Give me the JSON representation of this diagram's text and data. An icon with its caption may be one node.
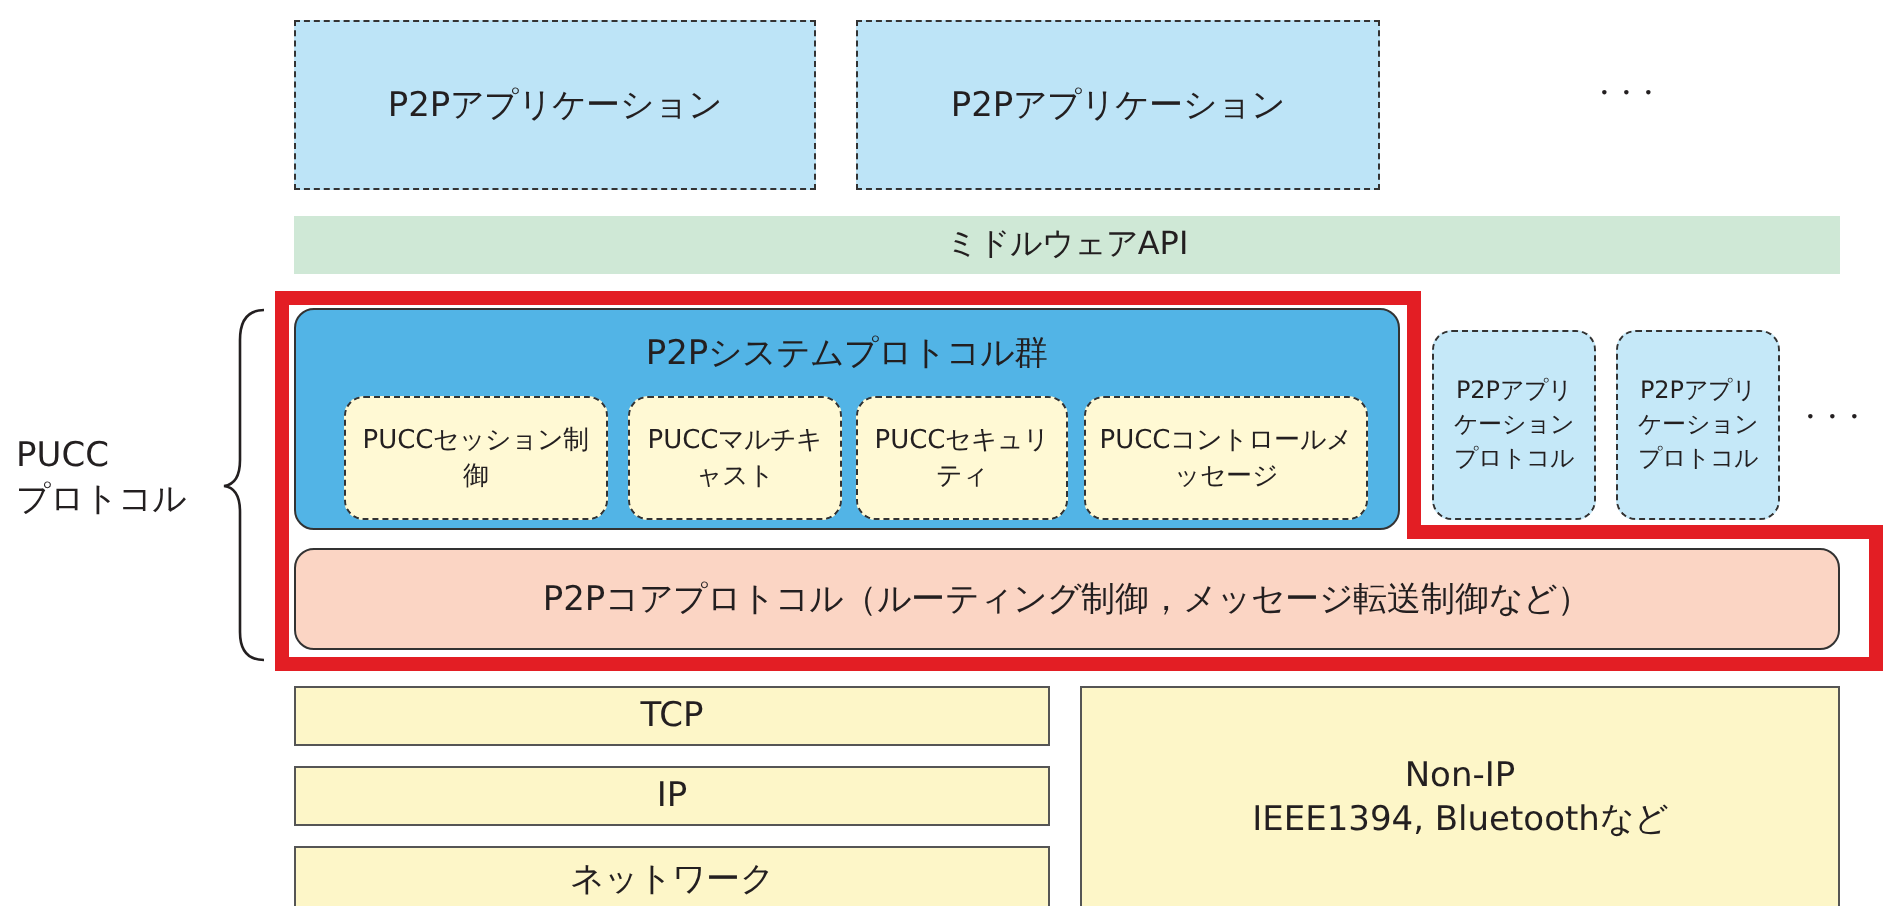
{
  "diagram": {
    "nodes": [
      {
        "text": [
          "P2Pアプリケーション"
        ]
      },
      {
        "text": [
          "P2Pアプリケーション"
        ]
      },
      {
        "text": [
          "ミドルウェアAPI"
        ]
      },
      {
        "text": [
          "P2Pシステムプロトコル群"
        ]
      },
      {
        "text": [
          "PUCCセッション制御"
        ],
        "in": 3
      },
      {
        "text": [
          "PUCCマルチキャスト"
        ],
        "in": 3
      },
      {
        "text": [
          "PUCCセキュリティ"
        ],
        "in": 3
      },
      {
        "text": [
          "PUCCコントロールメッセージ"
        ],
        "in": 3
      },
      {
        "text": [
          "P2Pアプリケーションプロトコル"
        ]
      },
      {
        "text": [
          "P2Pアプリケーションプロトコル"
        ]
      },
      {
        "text": [
          "P2Pコアプロトコル（ルーティング制御，メッセージ転送制御など）"
        ]
      },
      {
        "text": [
          "TCP"
        ]
      },
      {
        "text": [
          "IP"
        ]
      },
      {
        "text": [
          "ネットワーク"
        ]
      },
      {
        "text": [
          "Non-IP",
          "IEEE1394, Bluetoothなど"
        ]
      }
    ],
    "edges": [],
    "labels": [
      "・・・",
      "PUCC プロトコル",
      "・・・"
    ]
  }
}
